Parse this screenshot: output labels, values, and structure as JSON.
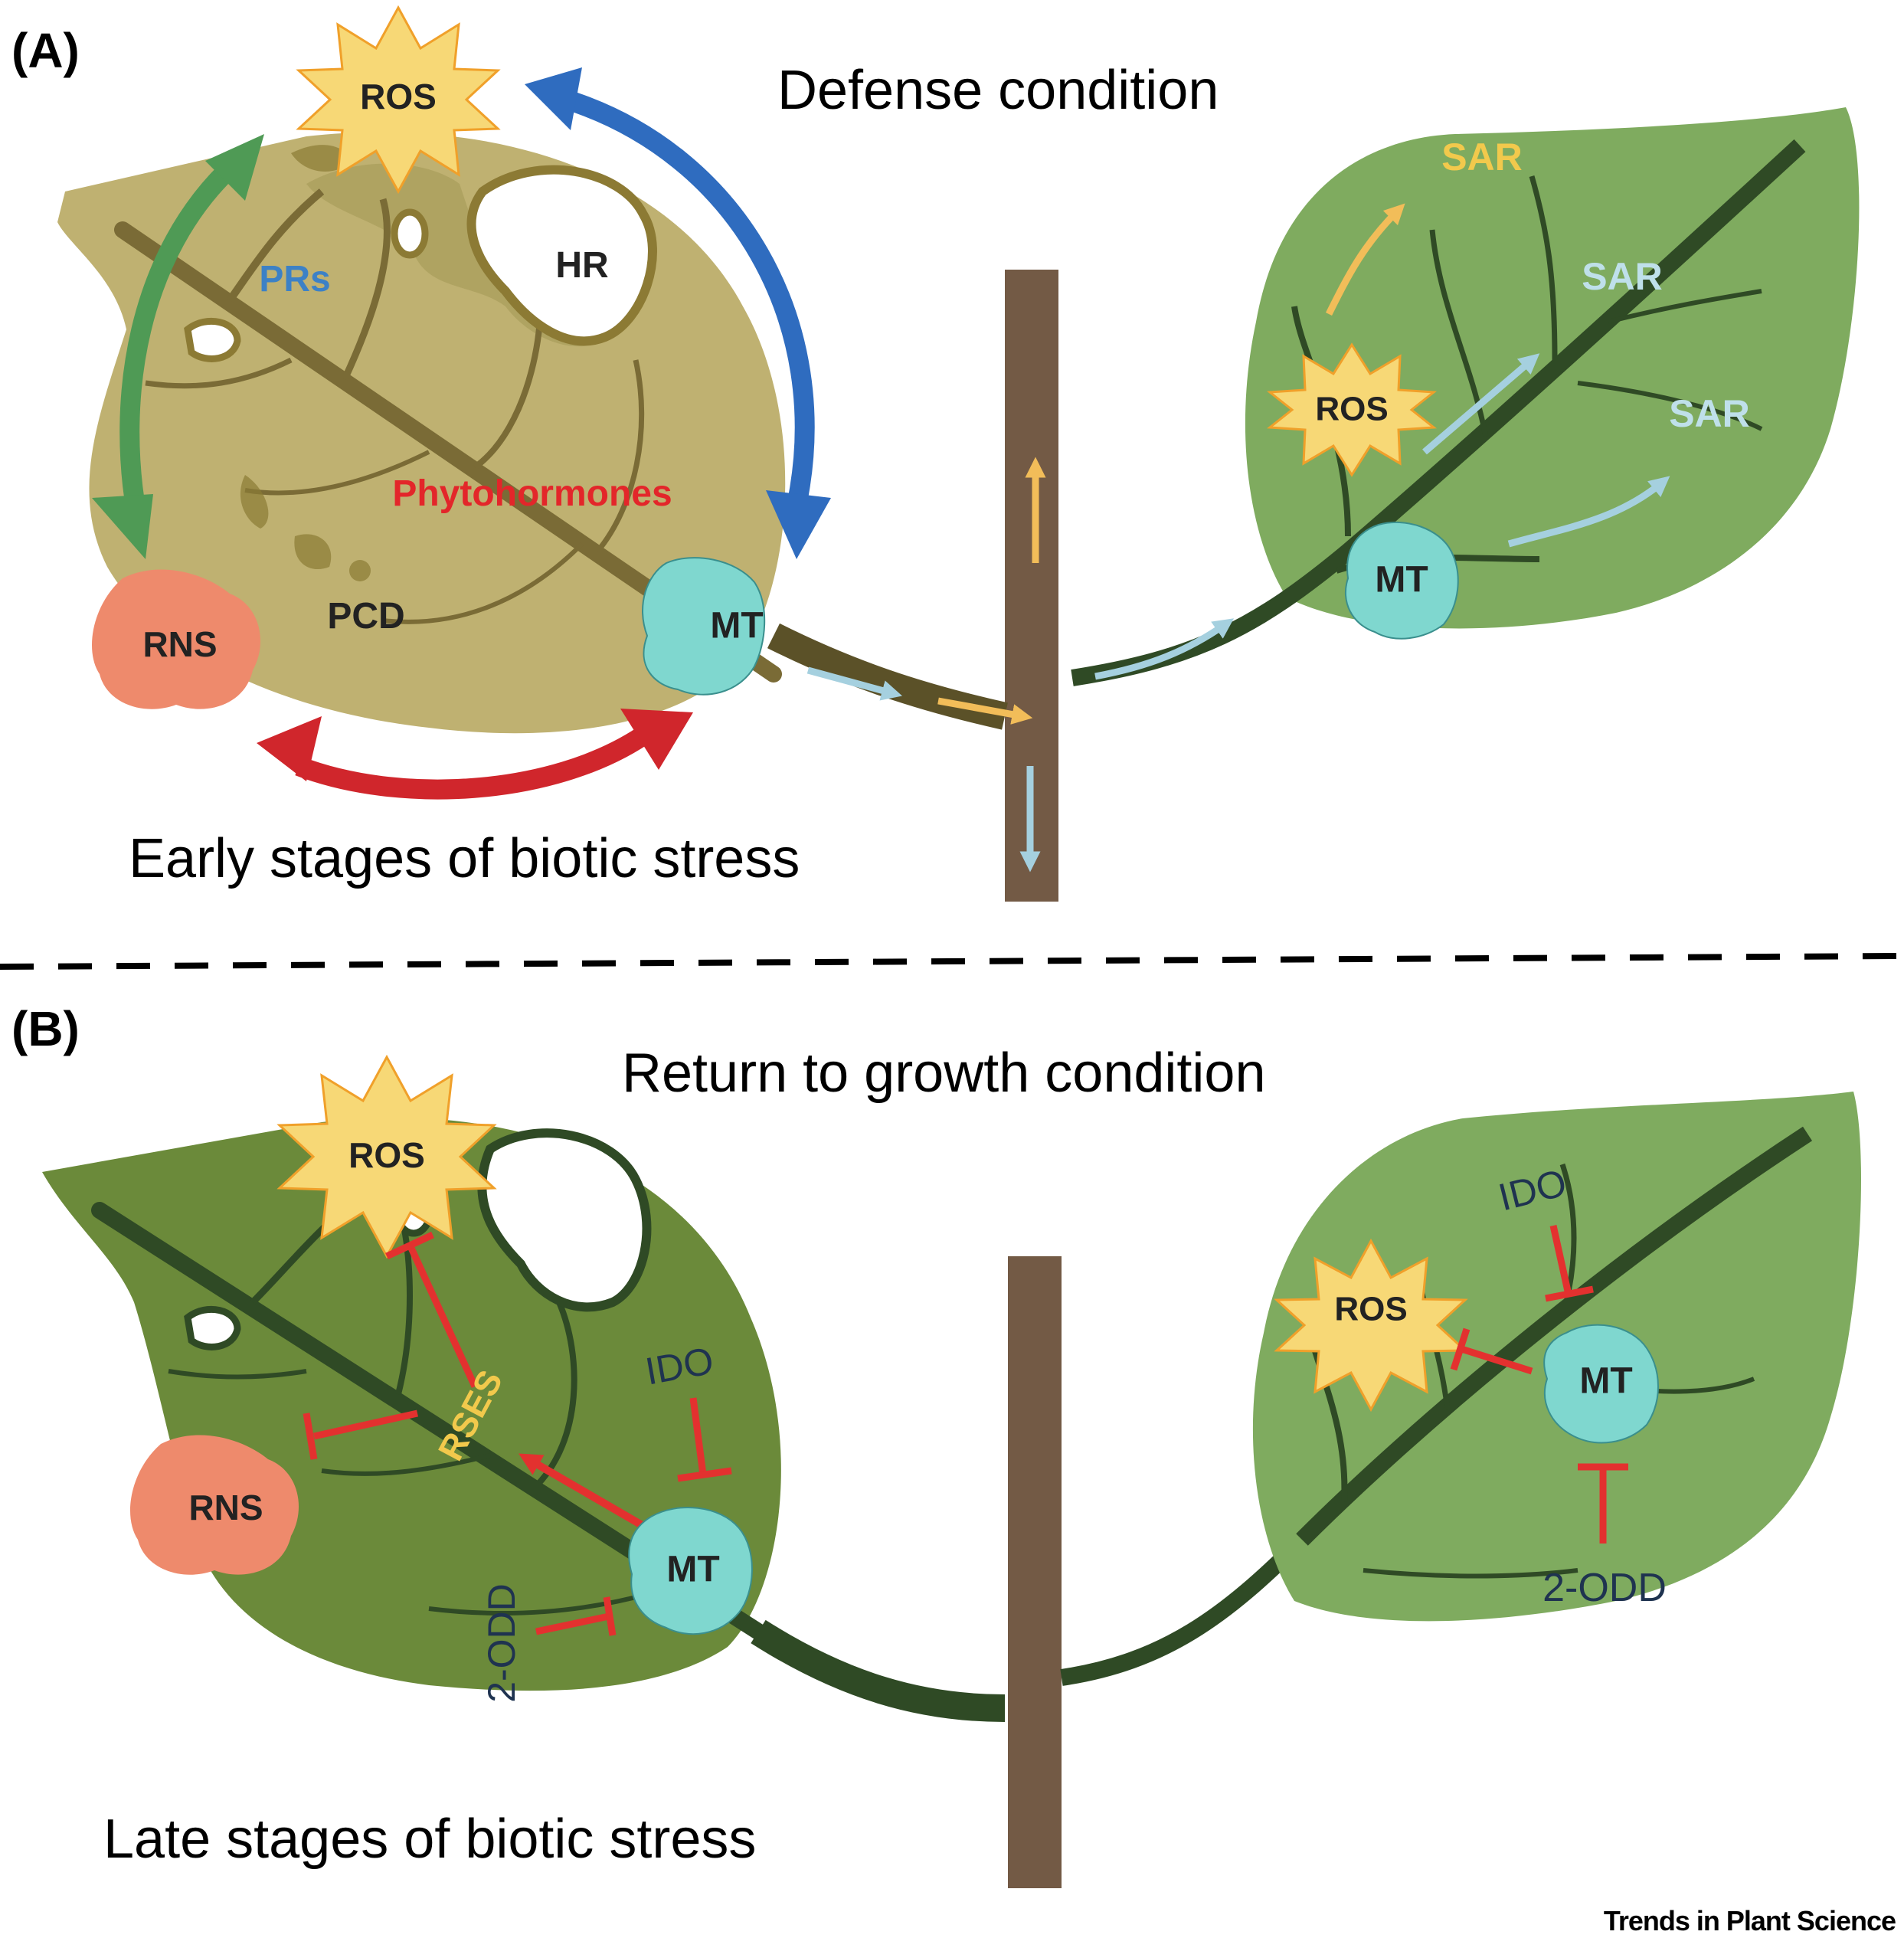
{
  "panel_a": {
    "label": "(A)",
    "title": "Defense condition",
    "subtitle": "Early stages of biotic stress",
    "left_leaf": {
      "ros": "ROS",
      "hr": "HR",
      "prs": "PRs",
      "phytohormones": "Phytohormones",
      "pcd": "PCD",
      "rns": "RNS",
      "mt": "MT"
    },
    "right_leaf": {
      "sar_top": "SAR",
      "sar_mid": "SAR",
      "sar_right": "SAR",
      "ros": "ROS",
      "mt": "MT"
    }
  },
  "panel_b": {
    "label": "(B)",
    "title": "Return to growth condition",
    "subtitle": "Late stages of biotic stress",
    "left_leaf": {
      "ros": "ROS",
      "rses": "RSES",
      "ido": "IDO",
      "rns": "RNS",
      "mt": "MT",
      "odd": "2-ODD"
    },
    "right_leaf": {
      "ido": "IDO",
      "ros": "ROS",
      "mt": "MT",
      "odd": "2-ODD"
    }
  },
  "footer": {
    "credit": "Trends in Plant Science"
  },
  "colors": {
    "stressed_leaf": "#bfb171",
    "late_leaf": "#6b8a3a",
    "healthy_leaf": "#7fab5f",
    "vein_dark": "#2f4a25",
    "stem": "#735a45",
    "mt_fill": "#7fd7cf",
    "ros_fill": "#f7d876",
    "rns_fill": "#ee8a6c",
    "green_arrow": "#4f9a55",
    "blue_arrow": "#2f6cbf",
    "red_arrow": "#d0262c",
    "pale_blue": "#a5d0df",
    "yellow_arrow": "#f2bd59",
    "inhibit_red": "#e3312f",
    "text_blue": "#3c81c6",
    "text_red": "#e3262a",
    "text_yellow": "#f2c94c",
    "text_navy": "#1f3350"
  }
}
